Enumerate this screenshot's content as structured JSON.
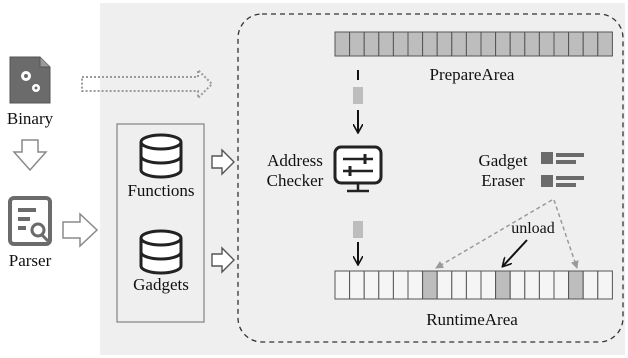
{
  "left": {
    "binary_label": "Binary",
    "parser_label": "Parser"
  },
  "storage": {
    "functions_label": "Functions",
    "gadgets_label": "Gadgets"
  },
  "pipeline": {
    "prepare_label": "PrepareArea",
    "checker_label_line1": "Address",
    "checker_label_line2": "Checker",
    "eraser_label_line1": "Gadget",
    "eraser_label_line2": "Eraser",
    "unload_label": "unload",
    "runtime_label": "RuntimeArea"
  },
  "colors": {
    "panel_bg": "#efefef",
    "cell_dark": "#bdbdbd",
    "cell_light": "#f5f5f5",
    "icon_gray": "#6b6b6b",
    "arrow_gray": "#9a9a9a"
  },
  "icons": {
    "binary": "gear-file-icon",
    "parser": "document-search-icon",
    "functions": "database-icon",
    "gadgets": "database-icon",
    "checker": "sliders-icon",
    "eraser": "list-icon"
  }
}
